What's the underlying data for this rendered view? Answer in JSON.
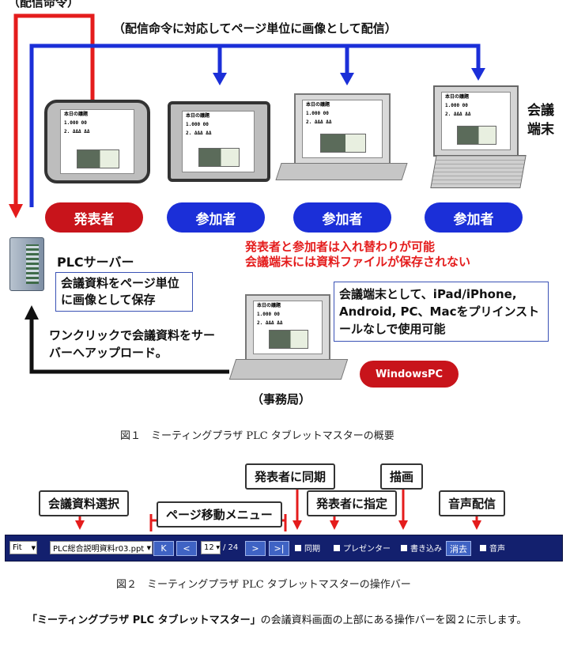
{
  "fig1": {
    "top_label": "（配信命令）",
    "delivery_label": "（配信命令に対応してページ単位に画像として配信）",
    "terminal_label": "会議\n端末",
    "roles": [
      "発表者",
      "参加者",
      "参加者",
      "参加者"
    ],
    "red_note_1": "発表者と参加者は入れ替わりが可能",
    "red_note_2": "会議端末には資料ファイルが保存されない",
    "server_label": "PLCサーバー",
    "server_box": "会議資料をページ単位に画像として保存",
    "terminal_box": "会議端末として、iPad/iPhone, Android, PC、Macをプリインストールなしで使用可能",
    "upload_text": "ワンクリックで会議資料をサーバーへアップロード。",
    "windows_pc": "WindowsPC",
    "office_label": "（事務局）",
    "slide_title": "本日の議題",
    "slide_line1": "1.000 00",
    "slide_line2": "2. ΔΔΔ ΔΔ",
    "caption": "図１　ミーティングプラザ PLC タブレットマスターの概要"
  },
  "fig2": {
    "callouts": {
      "select": "会議資料選択",
      "page_menu": "ページ移動メニュー",
      "sync": "発表者に同期",
      "presenter": "発表者に指定",
      "draw": "描画",
      "audio": "音声配信"
    },
    "toolbar": {
      "fit": "Fit",
      "file": "PLC総合説明資料r03.ppt",
      "first": "K",
      "prev": "<",
      "page": "12",
      "total": "/ 24",
      "next": ">",
      "last": ">|",
      "sync": "同期",
      "presenter": "プレゼンター",
      "write": "書き込み",
      "erase": "消去",
      "audio": "音声"
    },
    "caption": "図２　ミーティングプラザ PLC タブレットマスターの操作バー"
  },
  "body_text": {
    "quoted": "「ミーティングプラザ PLC タブレットマスター」",
    "rest": "の会議資料画面の上部にある操作バーを図２に示します。"
  },
  "colors": {
    "red": "#e41c1c",
    "blue": "#1b2fd8",
    "toolbar": "#13206e"
  }
}
